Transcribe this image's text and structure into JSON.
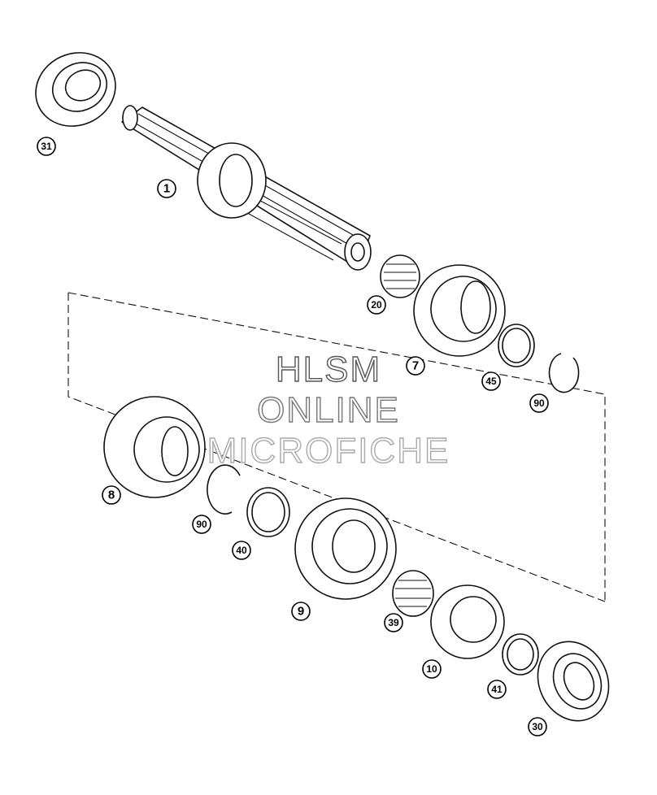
{
  "watermark": {
    "line1": "HLSM",
    "line2": "ONLINE",
    "line3": "MICROFICHE",
    "color1": "#555555",
    "color2": "#777777",
    "color3": "#aaaaaa"
  },
  "callouts": [
    "31",
    "1",
    "20",
    "7",
    "45",
    "90",
    "8",
    "90",
    "40",
    "9",
    "39",
    "10",
    "41",
    "30"
  ]
}
